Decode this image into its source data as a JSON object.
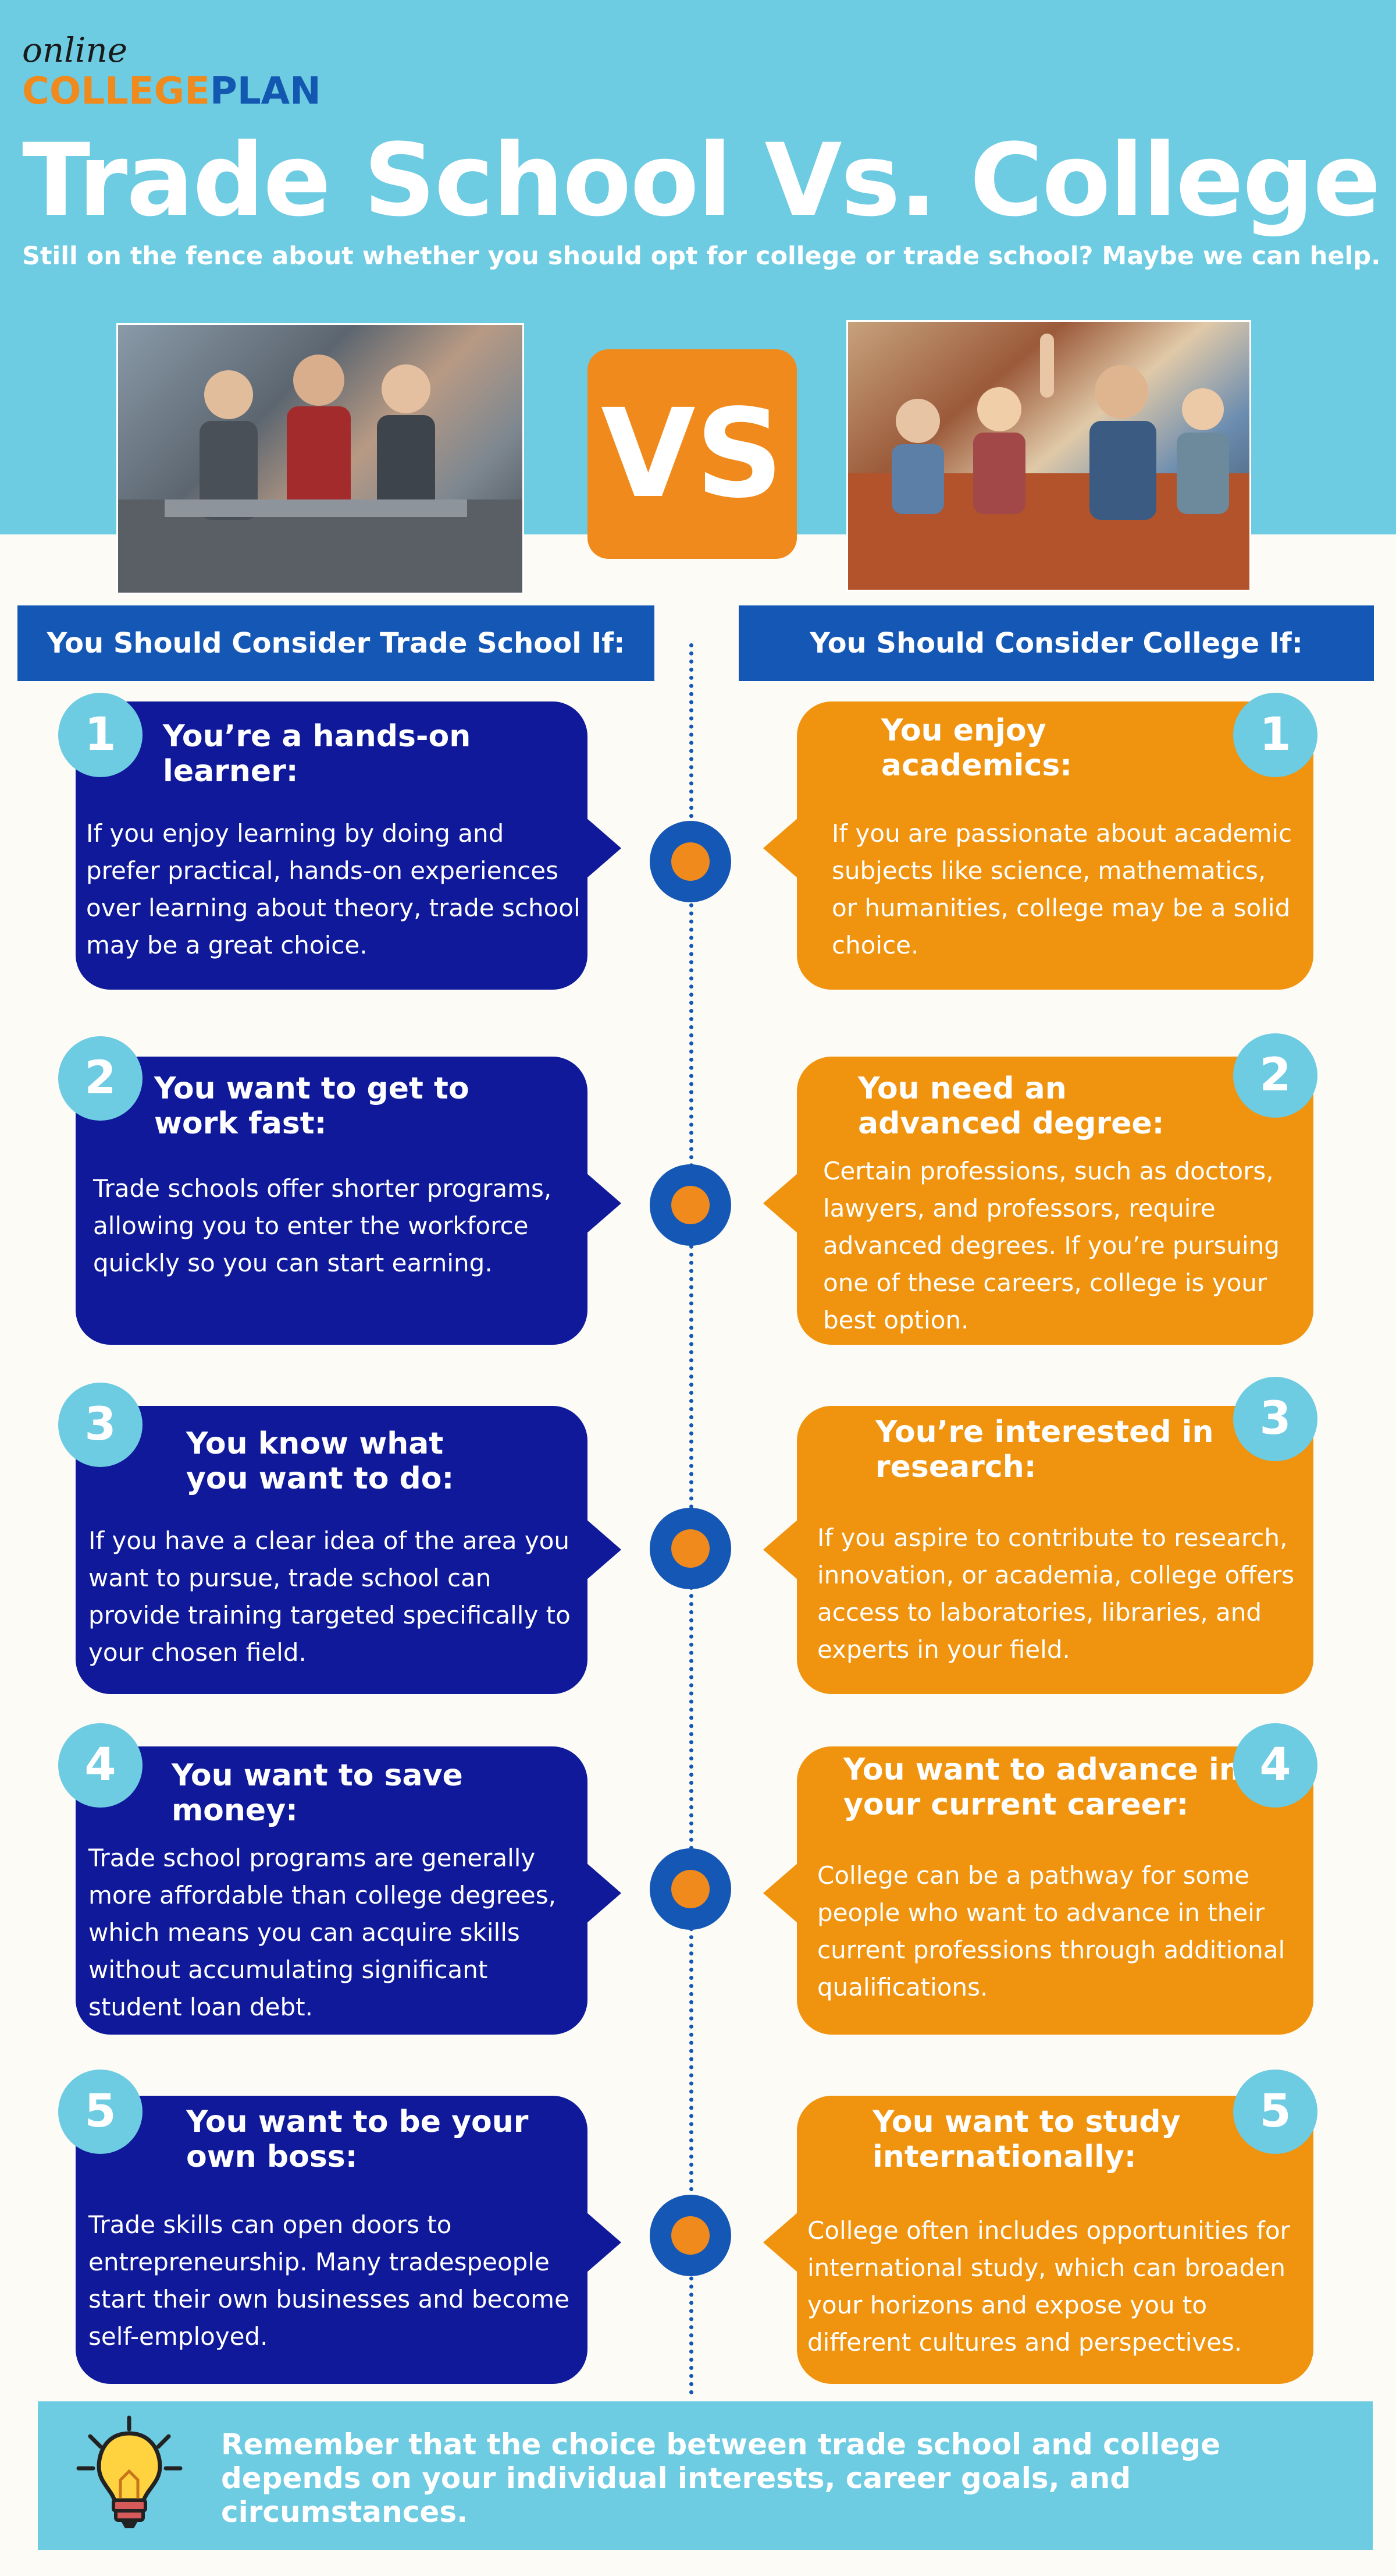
{
  "logo": {
    "online": "online",
    "college": "COLLEGE",
    "plan": "PLAN"
  },
  "title": "Trade School Vs. College",
  "subtitle": "Still on the fence about whether you should opt for college or trade school? Maybe we can help.",
  "vs": "VS",
  "trade_header": "You Should Consider Trade School If:",
  "college_header": "You Should Consider College If:",
  "trade": [
    {
      "num": "1",
      "title": "You’re a hands-on learner:",
      "body": "If you enjoy learning by doing and prefer practical, hands-on experiences over learning about theory, trade school may be a great choice."
    },
    {
      "num": "2",
      "title": "You want to get to work fast:",
      "body": "Trade schools offer shorter programs, allowing you to enter the workforce quickly so you can start earning."
    },
    {
      "num": "3",
      "title": "You know what you want to do:",
      "body": "If you have a clear idea of the area you want to pursue, trade school can provide training targeted specifically to your chosen field."
    },
    {
      "num": "4",
      "title": "You want to save money:",
      "body": "Trade school programs are generally more affordable than college degrees, which means you can acquire skills without accumulating significant student loan debt."
    },
    {
      "num": "5",
      "title": "You want to be your own boss:",
      "body": "Trade skills can open doors to entrepreneurship. Many tradespeople start their own businesses and become self-employed."
    }
  ],
  "college": [
    {
      "num": "1",
      "title": "You enjoy academics:",
      "body": "If you are passionate about academic subjects like science, mathematics, or humanities, college may be a solid choice."
    },
    {
      "num": "2",
      "title": "You need an advanced degree:",
      "body": "Certain professions, such as doctors, lawyers, and professors, require advanced degrees. If you’re pursuing one of these careers, college is your best option."
    },
    {
      "num": "3",
      "title": "You’re interested in research:",
      "body": "If you aspire to contribute to research, innovation, or academia, college offers access to laboratories, libraries, and experts in your field."
    },
    {
      "num": "4",
      "title": "You want to advance in your current career:",
      "body": "College can be a pathway for some people who want to advance in their current professions through additional qualifications."
    },
    {
      "num": "5",
      "title": "You want to study internationally:",
      "body": "College often includes opportunities for international study, which can broaden your horizons and expose you to different cultures and perspectives."
    }
  ],
  "footer": "Remember that the choice between trade school and college depends on your individual interests, career goals, and circumstances.",
  "colors": {
    "sky": "#6dcbe2",
    "navy": "#0f199a",
    "blue": "#1457b5",
    "orange": "#f0930e",
    "cream": "#fdfbf5"
  }
}
